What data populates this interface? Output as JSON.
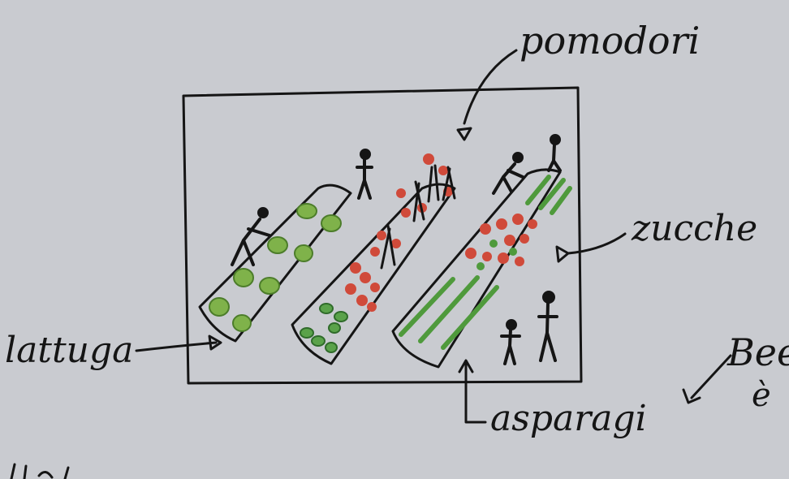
{
  "labels": {
    "pomodori": "pomodori",
    "zucche": "zucche",
    "lattuga": "lattuga",
    "asparagi": "asparagi",
    "bee": "Bee",
    "e": "è"
  },
  "colors": {
    "paper": "#c9cbd0",
    "ink": "#151515",
    "lettuce_green": "#7fb24a",
    "tomato_red": "#d04a3a",
    "asparagus_green": "#4f9a3c"
  }
}
